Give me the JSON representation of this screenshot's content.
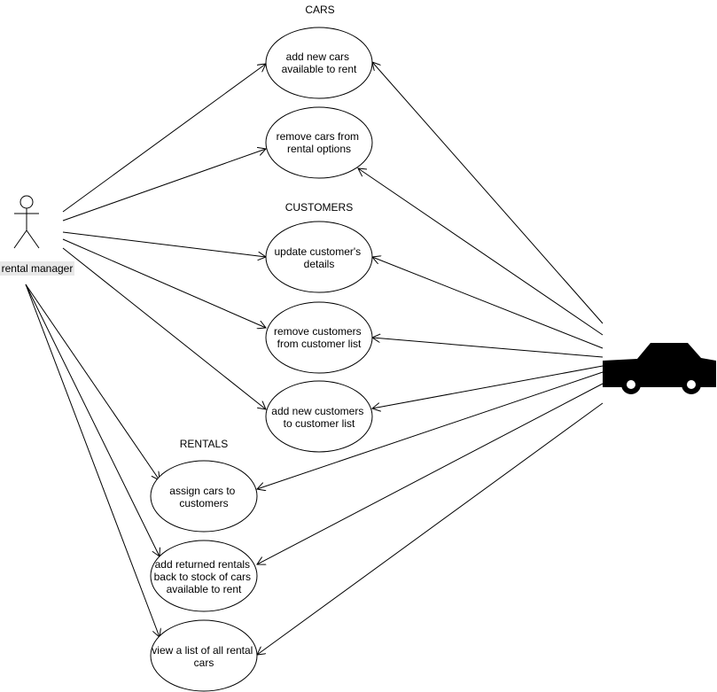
{
  "actors": {
    "manager_label": "rental manager"
  },
  "groups": {
    "cars": "CARS",
    "customers": "CUSTOMERS",
    "rentals": "RENTALS"
  },
  "use_cases": {
    "add_cars": [
      "add new cars",
      "available to rent"
    ],
    "remove_cars": [
      "remove  cars from",
      "rental options"
    ],
    "update_customer": [
      "update customer's",
      "details"
    ],
    "remove_customers": [
      "remove customers",
      "from customer list"
    ],
    "add_customers": [
      "add new customers",
      "to customer list"
    ],
    "assign_cars": [
      "assign cars to",
      "customers"
    ],
    "add_returned": [
      "add  returned rentals",
      "back to stock of cars",
      "available to rent"
    ],
    "view_list": [
      "view a list of all rental",
      "cars"
    ]
  },
  "colors": {
    "line": "#000000",
    "label_highlight": "#e8e8e8",
    "car": "#000000"
  }
}
